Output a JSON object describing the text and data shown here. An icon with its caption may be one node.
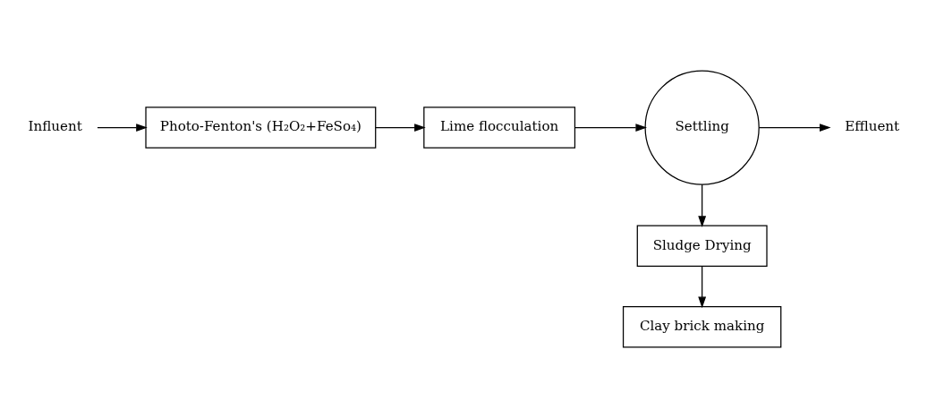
{
  "diagram": {
    "nodes": [
      {
        "text": [
          "Influent"
        ]
      },
      {
        "text": [
          "Photo-Fenton's (H₂O₂+FeSo₄)"
        ]
      },
      {
        "text": [
          "Lime flocculation"
        ]
      },
      {
        "text": [
          "Settling"
        ]
      },
      {
        "text": [
          "Effluent"
        ]
      },
      {
        "text": [
          "Sludge Drying"
        ]
      },
      {
        "text": [
          "Clay brick making"
        ]
      }
    ],
    "edges": [
      {
        "from": 0,
        "to": 1,
        "arrow": "to"
      },
      {
        "from": 1,
        "to": 2,
        "arrow": "to"
      },
      {
        "from": 2,
        "to": 3,
        "arrow": "to"
      },
      {
        "from": 3,
        "to": 4,
        "arrow": "to"
      },
      {
        "from": 3,
        "to": 5,
        "arrow": "to"
      },
      {
        "from": 5,
        "to": 6,
        "arrow": "to"
      }
    ]
  }
}
